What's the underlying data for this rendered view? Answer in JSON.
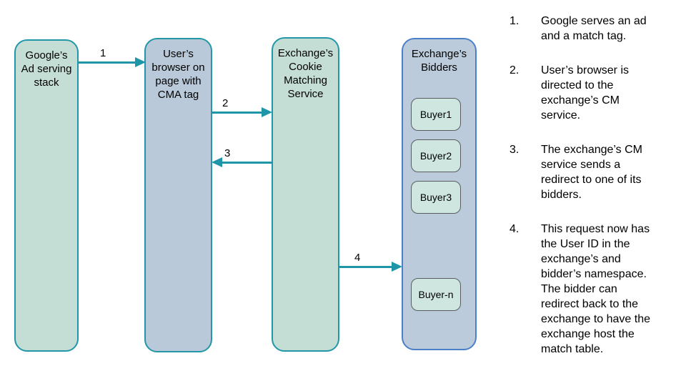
{
  "diagram": {
    "boxes": [
      {
        "name": "google-ad-stack",
        "label": "Google’s\nAd serving\nstack"
      },
      {
        "name": "user-browser",
        "label": "User’s\nbrowser on\npage with\nCMA tag"
      },
      {
        "name": "cookie-matching-service",
        "label": "Exchange’s\nCookie\nMatching\nService"
      },
      {
        "name": "exchange-bidders",
        "label": "Exchange’s\nBidders"
      }
    ],
    "buyers": [
      {
        "label": "Buyer1"
      },
      {
        "label": "Buyer2"
      },
      {
        "label": "Buyer3"
      },
      {
        "label": "Buyer-n"
      }
    ],
    "arrows": [
      {
        "label": "1",
        "from": "google-ad-stack",
        "to": "user-browser"
      },
      {
        "label": "2",
        "from": "user-browser",
        "to": "cookie-matching-service"
      },
      {
        "label": "3",
        "from": "cookie-matching-service",
        "to": "user-browser"
      },
      {
        "label": "4",
        "from": "cookie-matching-service",
        "to": "exchange-bidders"
      }
    ]
  },
  "steps": [
    {
      "num": "1.",
      "text": "Google serves an ad\nand a match tag."
    },
    {
      "num": "2.",
      "text": "User’s browser is\ndirected to the\nexchange’s CM\nservice."
    },
    {
      "num": "3.",
      "text": "The exchange’s CM\nservice sends a\nredirect to one of its\nbidders."
    },
    {
      "num": "4.",
      "text": "This request now has\nthe User ID in the\nexchange’s and\nbidder’s namespace.\nThe bidder can\nredirect back to the\nexchange to have the\nexchange host the\nmatch table."
    }
  ],
  "colors": {
    "green_box_fill": "#c5ded5",
    "blue_box_fill": "#b9c9d9",
    "bidders_box_fill": "#bccbdb",
    "teal_border": "#2197a8",
    "blue_border": "#4a80c8",
    "buyer_fill": "#cfe6e0",
    "buyer_border": "#5a5d60",
    "arrow": "#1f96a8",
    "text": "#000000",
    "background": "#ffffff"
  }
}
